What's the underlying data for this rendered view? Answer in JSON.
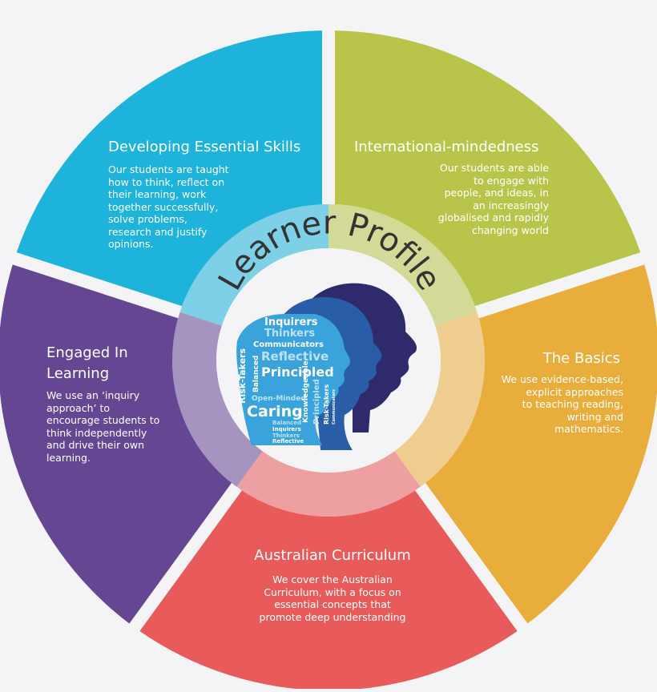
{
  "title": "Learner Profile",
  "colors": {
    "essential": "#1eb3da",
    "international": "#b8c54a",
    "basics": "#e9ad3b",
    "curriculum": "#e95b5b",
    "engaged": "#644693",
    "head_dark": "#2e2a6b",
    "head_mid": "#2a5da8",
    "head_light": "#3aa3dc"
  },
  "segments": {
    "essential": {
      "title": "Developing Essential Skills",
      "lines": [
        "Our students are taught",
        "how to think, reflect on",
        "their learning, work",
        "together successfully,",
        "solve problems,",
        "research and justify",
        "opinions."
      ]
    },
    "international": {
      "title": "International-mindedness",
      "lines": [
        "Our students are able",
        "to engage with",
        "people, and ideas, in",
        "an increasingly",
        "globalised and rapidly",
        "changing world"
      ]
    },
    "basics": {
      "title": "The Basics",
      "lines": [
        "We use evidence-based,",
        "explicit approaches",
        "to teaching reading,",
        "writing and",
        "mathematics."
      ]
    },
    "curriculum": {
      "title": "Australian Curriculum",
      "lines": [
        "We cover the Australian",
        "Curriculum, with a focus on",
        "essential concepts that",
        "promote deep understanding"
      ]
    },
    "engaged": {
      "title_line1": "Engaged In",
      "title_line2": "Learning",
      "lines": [
        "We use an ‘inquiry",
        "approach’ to",
        "encourage students to",
        "think independently",
        "and drive their own",
        "learning."
      ]
    }
  },
  "words": {
    "inquirers": "Inquirers",
    "thinkers": "Thinkers",
    "communicators": "Communicators",
    "reflective": "Reflective",
    "principled": "Principled",
    "risk_takers": "Risk-Takers",
    "balanced": "Balanced",
    "open_minded": "Open-Minded",
    "caring": "Caring",
    "knowledgeable": "Knowledgeable",
    "principled_small": "Principled",
    "risk_takers_small": "Risk-Takers",
    "communicators_small": "Communicators",
    "balanced_small": "Balanced",
    "inquirers_small": "Inquirers",
    "thinkers_small": "Thinkers",
    "reflective_small": "Reflective"
  }
}
